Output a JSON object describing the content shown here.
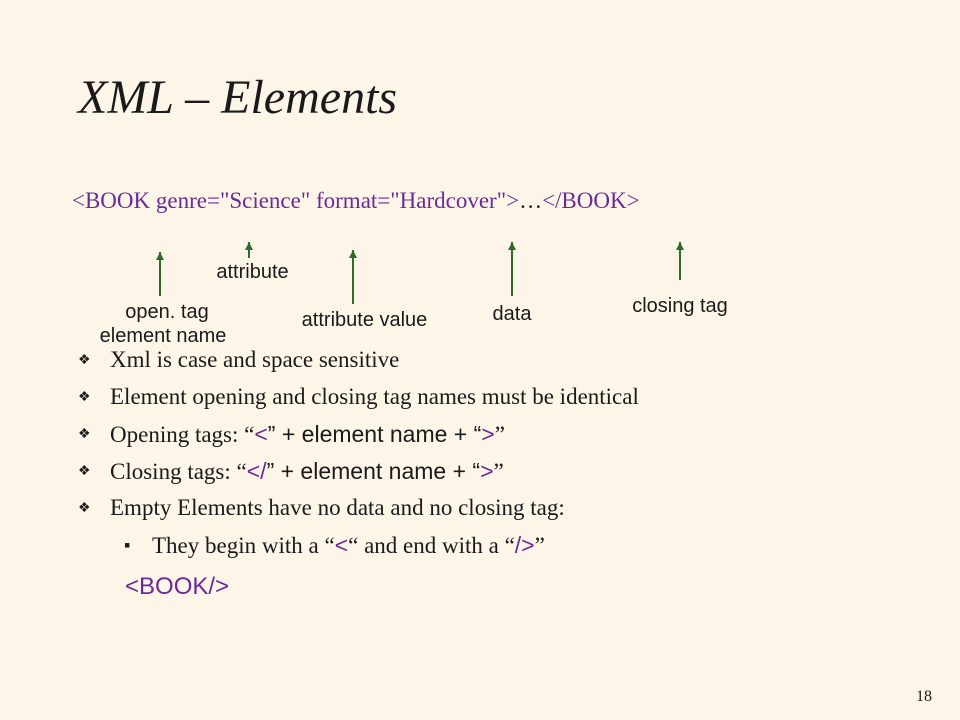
{
  "slide": {
    "title": "XML – Elements",
    "xml_example": {
      "open_tag": "<BOOK genre=\"Science\" format=\"Hardcover\">",
      "ellipsis": "…",
      "close_tag": "</BOOK>"
    },
    "annotations": {
      "open_tag_line1": "open. tag",
      "open_tag_line2": "element name",
      "attribute": "attribute",
      "attribute_value": "attribute value",
      "data": "data",
      "closing_tag": "closing tag"
    },
    "bullets": [
      {
        "text": "Xml is case and space sensitive"
      },
      {
        "text": "Element opening and closing tag names must be identical"
      },
      {
        "prefix": "Opening tags: “",
        "code": "<",
        "middle": "” + element name + “",
        "code2": ">",
        "suffix": "”"
      },
      {
        "prefix": "Closing tags: “",
        "code": "</",
        "middle": "” + element name + “",
        "code2": ">",
        "suffix": "”"
      },
      {
        "text": "Empty Elements have no data and no closing tag:"
      }
    ],
    "sub_bullet": {
      "prefix": "They begin with a “",
      "code": "<",
      "middle": "“ and end with a “",
      "code2": "/>",
      "suffix": "”"
    },
    "empty_example": "<BOOK/>",
    "page_number": "18",
    "colors": {
      "background": "#fdf5e8",
      "code": "#6b2a97",
      "arrow": "#2d6b2d"
    },
    "icons": {
      "bullet": "diamond-bullet-icon",
      "sub_bullet": "square-bullet-icon"
    }
  }
}
